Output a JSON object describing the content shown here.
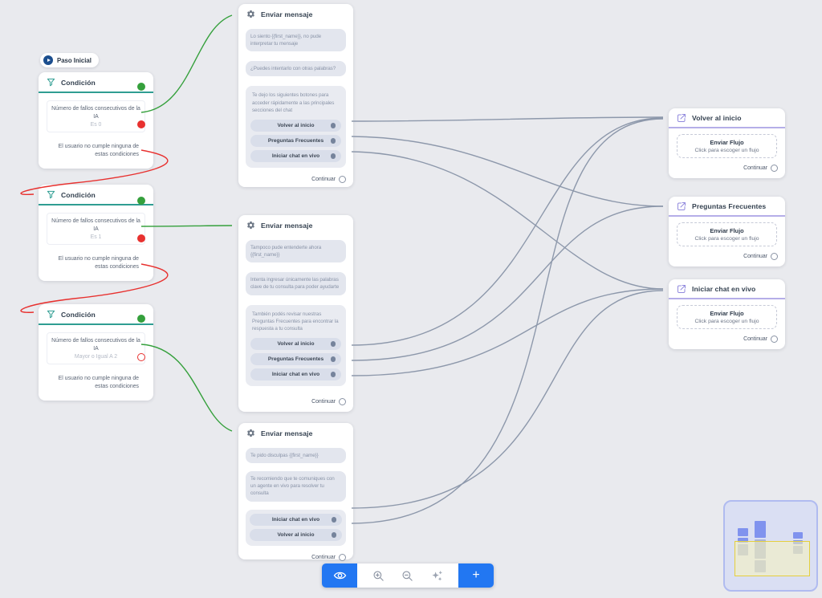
{
  "colors": {
    "canvas": "#e9eaee",
    "teal": "#2f9d92",
    "green": "#35a03c",
    "red": "#e8312f",
    "edge": "#8d98ab",
    "blue": "#2277f2",
    "purple": "#9189dd",
    "mm-yellow": "#e4cf3e"
  },
  "start_node": {
    "label": "Paso Inicial",
    "icon": "play-icon"
  },
  "conditions": [
    {
      "title": "Condición",
      "rule": "Número de fallos consecutivos de la IA",
      "value": "Es 0",
      "else_text": "El usuario no cumple ninguna de estas condiciones"
    },
    {
      "title": "Condición",
      "rule": "Número de fallos consecutivos de la IA",
      "value": "Es 1",
      "else_text": "El usuario no cumple ninguna de estas condiciones"
    },
    {
      "title": "Condición",
      "rule": "Número de fallos consecutivos de la IA",
      "value": "Mayor o Igual A 2",
      "else_text": "El usuario no cumple ninguna de estas condiciones"
    }
  ],
  "messages": [
    {
      "title": "Enviar mensaje",
      "bubbles": [
        "Lo siento {{first_name}}, no pude interpretar tu mensaje",
        "¿Puedes intentarlo con otras palabras?"
      ],
      "group_text": "Te dejo los siguientes botones para acceder rápidamente a las principales secciones del chat",
      "buttons": [
        "Volver al inicio",
        "Preguntas Frecuentes",
        "Iniciar chat en vivo"
      ],
      "footer": "Continuar"
    },
    {
      "title": "Enviar mensaje",
      "bubbles": [
        "Tampoco pude entenderte ahora {{first_name}}",
        "Intenta ingresar únicamente las palabras clave de tu consulta para poder ayudarte"
      ],
      "group_text": "También podés revisar nuestras Preguntas Frecuentes para encontrar la respuesta a tu consulta",
      "buttons": [
        "Volver al inicio",
        "Preguntas Frecuentes",
        "Iniciar chat en vivo"
      ],
      "footer": "Continuar"
    },
    {
      "title": "Enviar mensaje",
      "bubbles": [
        "Te pido disculpas {{first_name}}",
        "Te recomiendo que te comuniques con un agente en vivo para resolver tu consulta"
      ],
      "buttons": [
        "Iniciar chat en vivo",
        "Volver al inicio"
      ],
      "footer": "Continuar"
    }
  ],
  "flows": [
    {
      "title": "Volver al inicio",
      "action": "Enviar Flujo",
      "action_hint": "Click para escoger un flujo",
      "footer": "Continuar"
    },
    {
      "title": "Preguntas Frecuentes",
      "action": "Enviar Flujo",
      "action_hint": "Click para escoger un flujo",
      "footer": "Continuar"
    },
    {
      "title": "Iniciar chat en vivo",
      "action": "Enviar Flujo",
      "action_hint": "Click para escoger un flujo",
      "footer": "Continuar"
    }
  ],
  "toolbar": {
    "icons": [
      "preview-eye",
      "zoom-in",
      "zoom-out",
      "ai-sparkles",
      "add"
    ],
    "add_label": "+"
  }
}
